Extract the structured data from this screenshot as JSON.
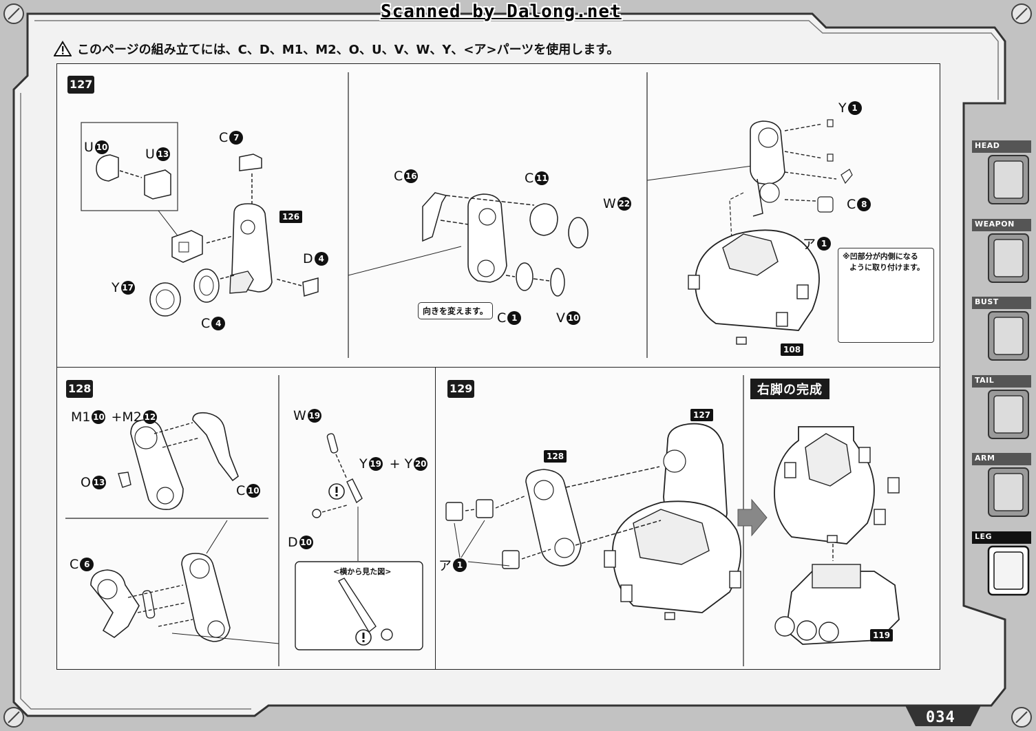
{
  "scan_credit": "Scanned by Dalong.net",
  "notice": "このページの組み立てには、C、D、M1、M2、O、U、V、W、Y、<ア>パーツを使用します。",
  "page_number": "034",
  "side_tabs": [
    "HEAD",
    "WEAPON",
    "BUST",
    "TAIL",
    "ARM",
    "LEG"
  ],
  "active_tab": "LEG",
  "steps": {
    "s127": {
      "number": "127",
      "ref_126": "126",
      "ref_108": "108",
      "callout_rotate": "向きを変えます。",
      "note": [
        "※凹部分が内側になる",
        "ように取り付けます。"
      ],
      "labels": [
        {
          "letter": "U",
          "num": "10"
        },
        {
          "letter": "U",
          "num": "13"
        },
        {
          "letter": "C",
          "num": "7"
        },
        {
          "letter": "D",
          "num": "4"
        },
        {
          "letter": "Y",
          "num": "17"
        },
        {
          "letter": "C",
          "num": "4"
        },
        {
          "letter": "C",
          "num": "16"
        },
        {
          "letter": "C",
          "num": "11"
        },
        {
          "letter": "W",
          "num": "22"
        },
        {
          "letter": "C",
          "num": "1"
        },
        {
          "letter": "V",
          "num": "10"
        },
        {
          "letter": "Y",
          "num": "1"
        },
        {
          "letter": "C",
          "num": "8"
        },
        {
          "letter": "ア",
          "num": "1"
        }
      ]
    },
    "s128": {
      "number": "128",
      "side_view": "<横から見た図>",
      "labels": [
        {
          "letter": "M1",
          "num": "10",
          "plus": "+M2",
          "num2": "12"
        },
        {
          "letter": "O",
          "num": "13"
        },
        {
          "letter": "C",
          "num": "10"
        },
        {
          "letter": "C",
          "num": "6"
        },
        {
          "letter": "W",
          "num": "19"
        },
        {
          "letter": "Y",
          "num": "19",
          "plus": "+ Y",
          "num2": "20"
        },
        {
          "letter": "D",
          "num": "10"
        }
      ]
    },
    "s129": {
      "number": "129",
      "ref_128": "128",
      "ref_127": "127",
      "labels": [
        {
          "letter": "ア",
          "num": "1"
        }
      ]
    },
    "complete": {
      "title": "右脚の完成",
      "ref_119": "119"
    }
  }
}
